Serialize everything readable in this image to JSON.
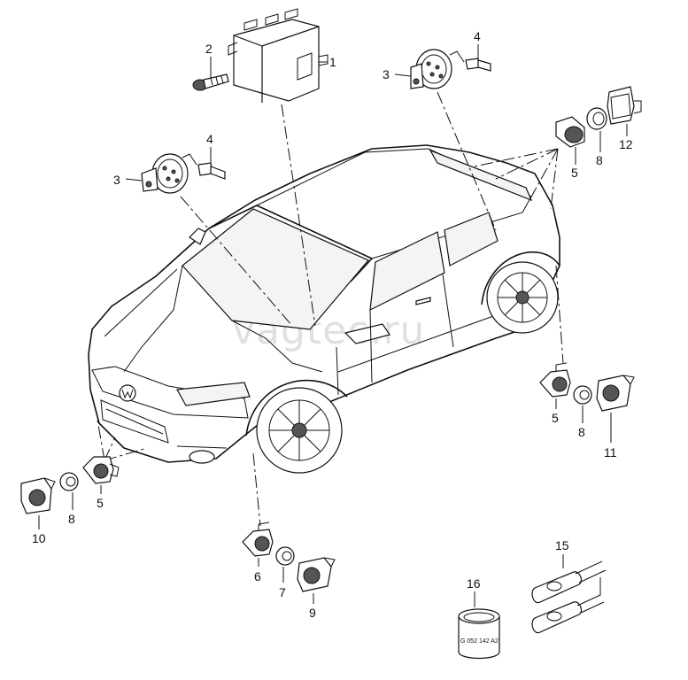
{
  "watermark": "vagtec.ru",
  "callouts": {
    "c1": "1",
    "c2": "2",
    "c3a": "3",
    "c4a": "4",
    "c3b": "3",
    "c4b": "4",
    "c12": "12",
    "c5a": "5",
    "c8a": "8",
    "c5b": "5",
    "c8b": "8",
    "c11": "11",
    "c10": "10",
    "c8c": "8",
    "c5c": "5",
    "c6": "6",
    "c7": "7",
    "c9": "9",
    "c16": "16",
    "c15": "15"
  },
  "sleeve_label": "G 052 142 A2",
  "icons": {
    "control_unit": "control-unit-icon",
    "buzzer": "buzzer-icon",
    "sensor": "parking-sensor-icon",
    "ring": "decoupling-ring-icon",
    "bracket": "sensor-bracket-icon"
  }
}
